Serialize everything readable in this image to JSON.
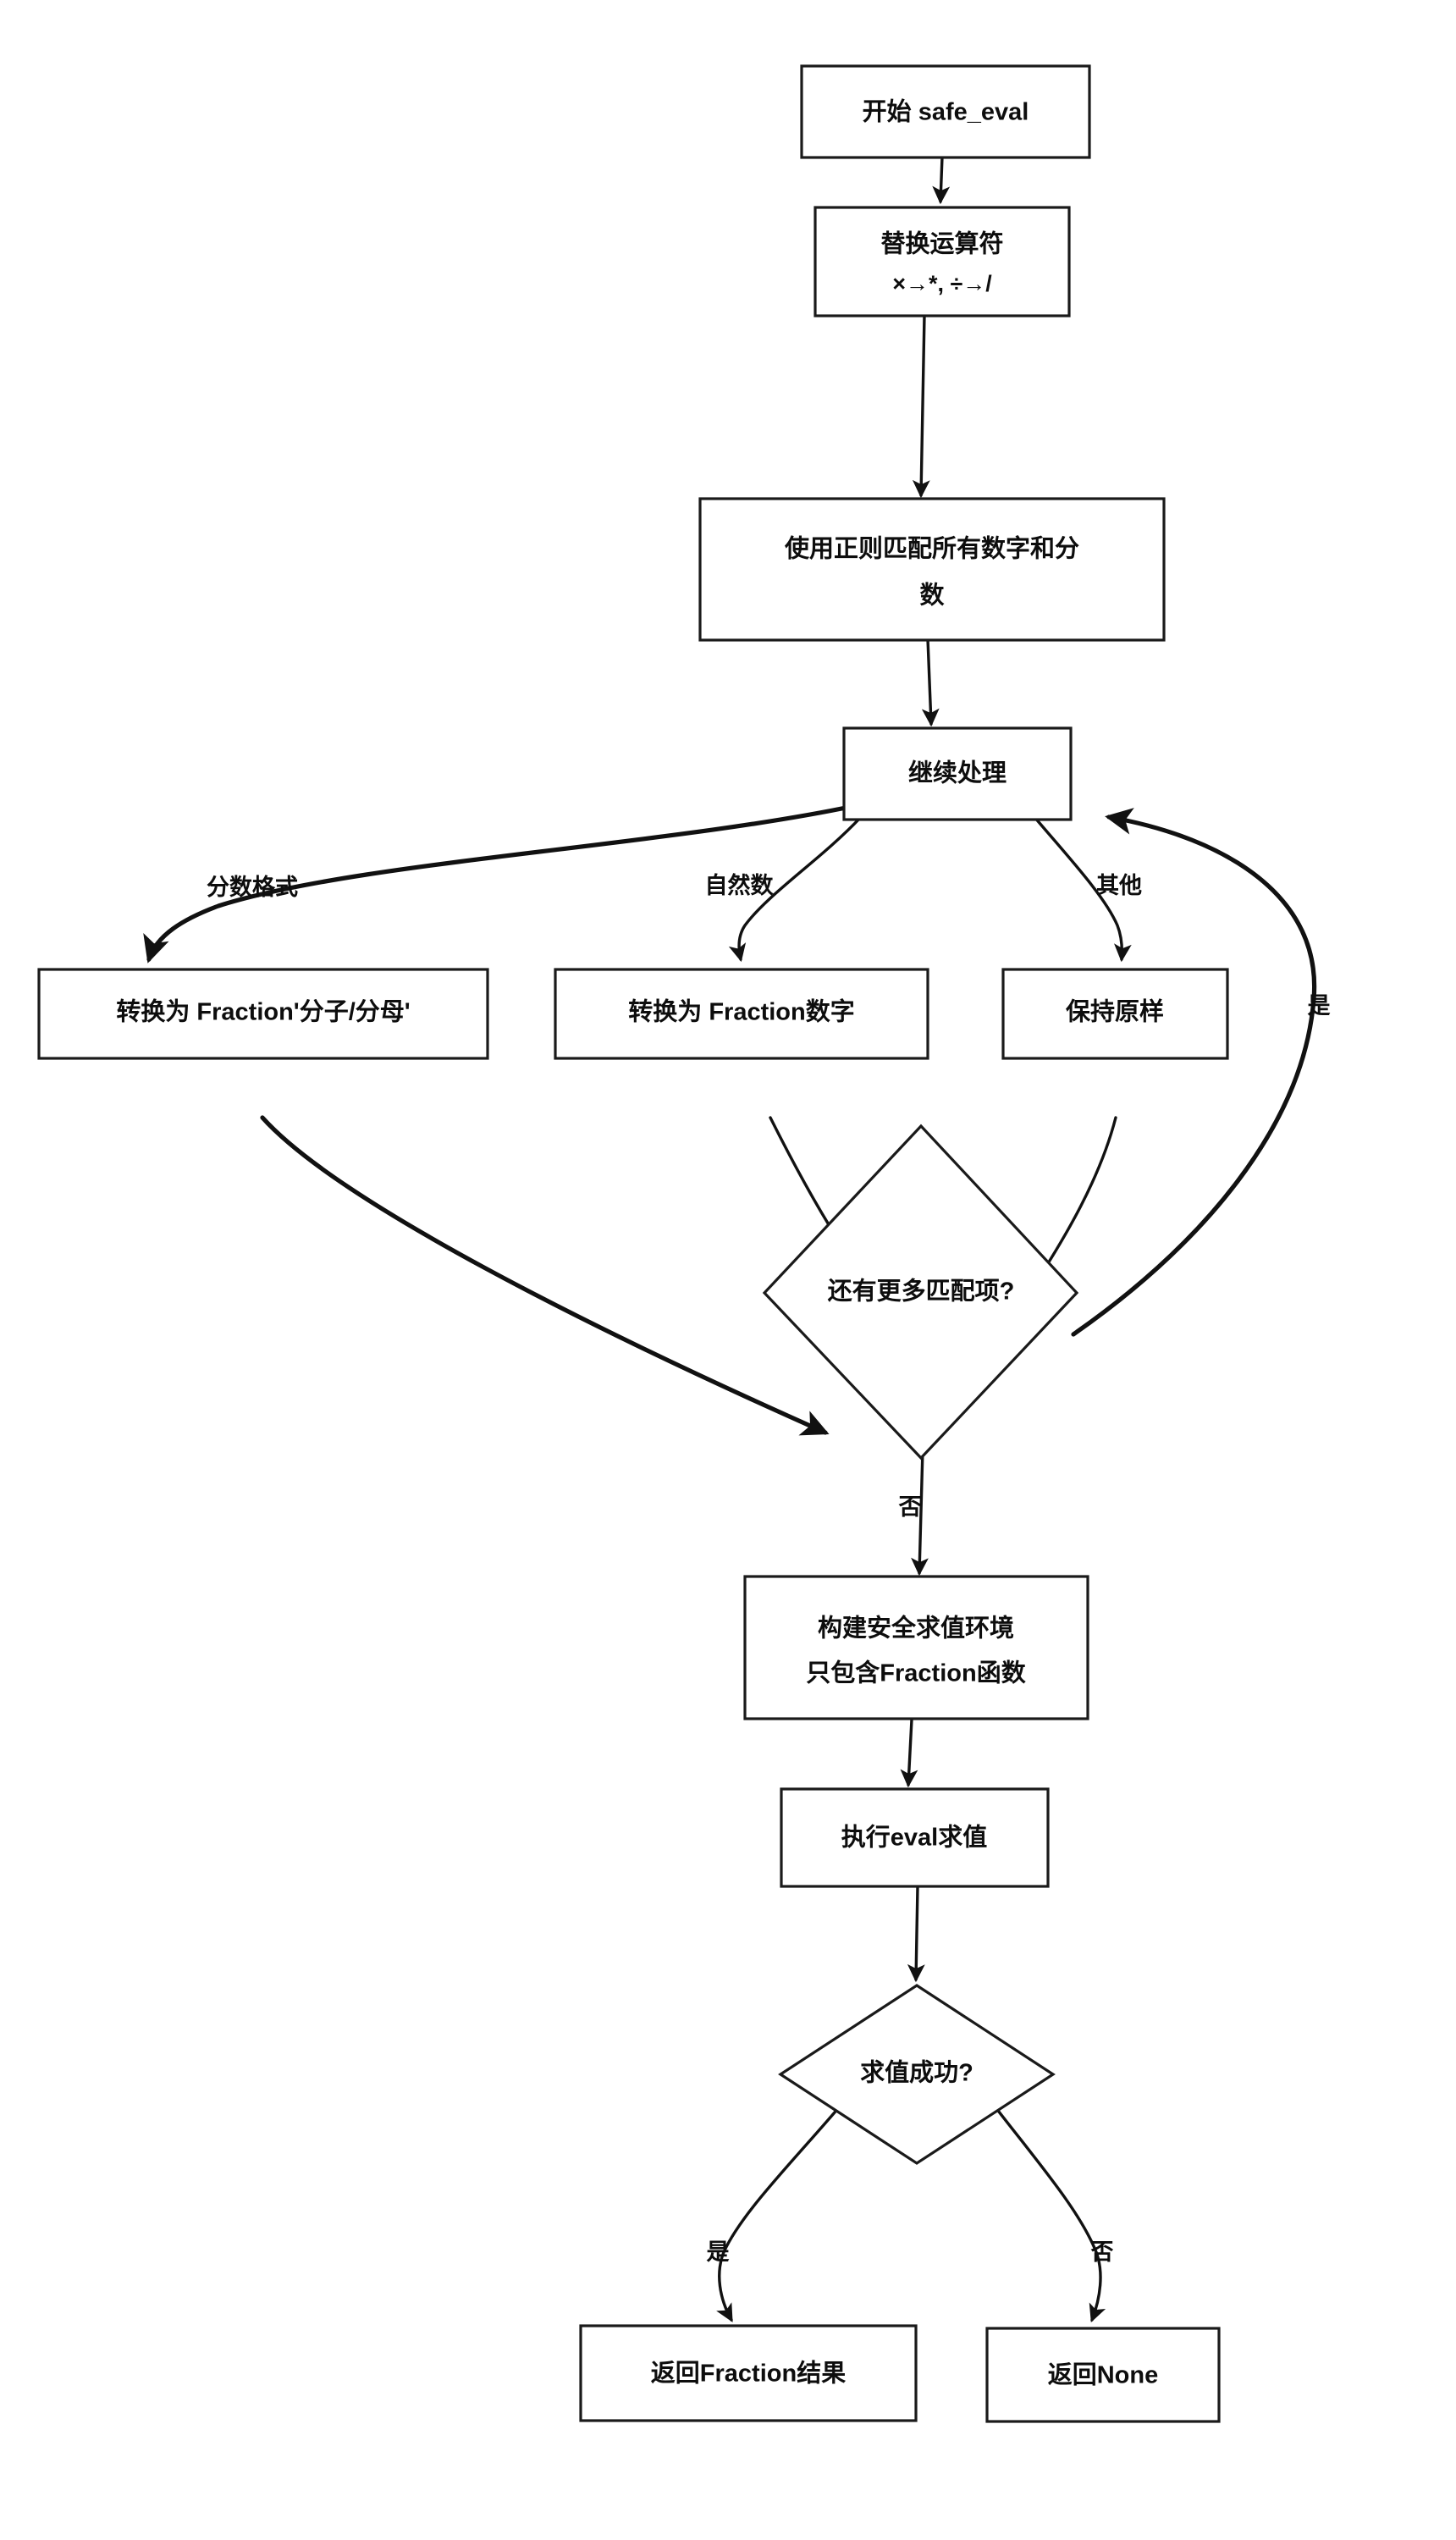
{
  "diagram": {
    "title": "safe_eval 流程图",
    "type": "flowchart",
    "orientation": "top-to-bottom",
    "background_color": "#ffffff",
    "stroke_color": "#111111",
    "text_color": "#0d0d0d",
    "nodes": [
      {
        "id": "start",
        "shape": "rectangle",
        "lines": [
          "开始 safe_eval"
        ]
      },
      {
        "id": "replace_ops",
        "shape": "rectangle",
        "lines": [
          "替换运算符",
          "×→*, ÷→/"
        ]
      },
      {
        "id": "regex_match",
        "shape": "rectangle",
        "lines": [
          "使用正则匹配所有数字和分",
          "数"
        ]
      },
      {
        "id": "continue",
        "shape": "rectangle",
        "lines": [
          "继续处理"
        ]
      },
      {
        "id": "to_fraction_str",
        "shape": "rectangle",
        "lines": [
          "转换为 Fraction'分子/分母'"
        ]
      },
      {
        "id": "to_fraction_num",
        "shape": "rectangle",
        "lines": [
          "转换为 Fraction数字"
        ]
      },
      {
        "id": "keep_as_is",
        "shape": "rectangle",
        "lines": [
          "保持原样"
        ]
      },
      {
        "id": "more_matches",
        "shape": "diamond",
        "lines": [
          "还有更多匹配项?"
        ]
      },
      {
        "id": "build_env",
        "shape": "rectangle",
        "lines": [
          "构建安全求值环境",
          "只包含Fraction函数"
        ]
      },
      {
        "id": "run_eval",
        "shape": "rectangle",
        "lines": [
          "执行eval求值"
        ]
      },
      {
        "id": "eval_ok",
        "shape": "diamond",
        "lines": [
          "求值成功?"
        ]
      },
      {
        "id": "return_fraction",
        "shape": "rectangle",
        "lines": [
          "返回Fraction结果"
        ]
      },
      {
        "id": "return_none",
        "shape": "rectangle",
        "lines": [
          "返回None"
        ]
      }
    ],
    "edges": [
      {
        "id": "e1",
        "from": "start",
        "to": "replace_ops",
        "label": ""
      },
      {
        "id": "e2",
        "from": "replace_ops",
        "to": "regex_match",
        "label": ""
      },
      {
        "id": "e3",
        "from": "regex_match",
        "to": "continue",
        "label": ""
      },
      {
        "id": "e4",
        "from": "continue",
        "to": "to_fraction_str",
        "label": "分数格式"
      },
      {
        "id": "e5",
        "from": "continue",
        "to": "to_fraction_num",
        "label": "自然数"
      },
      {
        "id": "e6",
        "from": "continue",
        "to": "keep_as_is",
        "label": "其他"
      },
      {
        "id": "e7",
        "from": "to_fraction_str",
        "to": "more_matches",
        "label": ""
      },
      {
        "id": "e8",
        "from": "to_fraction_num",
        "to": "more_matches",
        "label": ""
      },
      {
        "id": "e9",
        "from": "keep_as_is",
        "to": "more_matches",
        "label": ""
      },
      {
        "id": "e10",
        "from": "more_matches",
        "to": "continue",
        "label": "是"
      },
      {
        "id": "e11",
        "from": "more_matches",
        "to": "build_env",
        "label": "否"
      },
      {
        "id": "e12",
        "from": "build_env",
        "to": "run_eval",
        "label": ""
      },
      {
        "id": "e13",
        "from": "run_eval",
        "to": "eval_ok",
        "label": ""
      },
      {
        "id": "e14",
        "from": "eval_ok",
        "to": "return_fraction",
        "label": "是"
      },
      {
        "id": "e15",
        "from": "eval_ok",
        "to": "return_none",
        "label": "否"
      }
    ],
    "labels": {
      "start": "开始 safe_eval",
      "replace_ops_l1": "替换运算符",
      "replace_ops_l2": "×→*, ÷→/",
      "regex_match_l1": "使用正则匹配所有数字和分",
      "regex_match_l2": "数",
      "continue": "继续处理",
      "to_fraction_str": "转换为 Fraction'分子/分母'",
      "to_fraction_num": "转换为 Fraction数字",
      "keep_as_is": "保持原样",
      "more_matches": "还有更多匹配项?",
      "build_env_l1": "构建安全求值环境",
      "build_env_l2": "只包含Fraction函数",
      "run_eval": "执行eval求值",
      "eval_ok": "求值成功?",
      "return_fraction": "返回Fraction结果",
      "return_none": "返回None",
      "edge_fraction_format": "分数格式",
      "edge_natural_number": "自然数",
      "edge_other": "其他",
      "edge_loop_yes": "是",
      "edge_loop_no": "否",
      "edge_eval_yes": "是",
      "edge_eval_no": "否"
    }
  }
}
